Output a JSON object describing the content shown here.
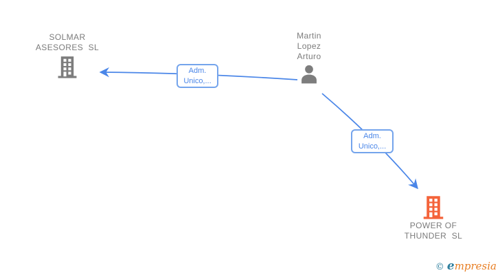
{
  "diagram": {
    "colors": {
      "edge": "#4a86e8",
      "edge_label_text": "#4a86e8",
      "edge_label_border": "#74a4ec",
      "node_text": "#7b7b7b",
      "icon_gray": "#7d7d7d",
      "icon_orange": "#f4633a",
      "watermark_teal": "#2e7f9e",
      "watermark_orange": "#e87e23"
    },
    "nodes": {
      "solmar": {
        "entity_type": "company",
        "icon": "building-icon",
        "lines": [
          "SOLMAR",
          "ASESORES  SL"
        ]
      },
      "martin": {
        "entity_type": "person",
        "icon": "person-icon",
        "lines": [
          "Martin",
          "Lopez",
          "Arturo"
        ]
      },
      "thunder": {
        "entity_type": "company",
        "icon": "building-icon",
        "lines": [
          "POWER OF",
          "THUNDER  SL"
        ]
      }
    },
    "edges": {
      "martin_to_solmar": {
        "from": "Martin Lopez Arturo",
        "to": "SOLMAR ASESORES SL",
        "label_lines": [
          "Adm.",
          "Unico,..."
        ]
      },
      "martin_to_thunder": {
        "from": "Martin Lopez Arturo",
        "to": "POWER OF THUNDER SL",
        "label_lines": [
          "Adm.",
          "Unico,..."
        ]
      }
    }
  },
  "watermark": {
    "copyright": "©",
    "brand_initial": "e",
    "brand_rest": "mpresia"
  }
}
